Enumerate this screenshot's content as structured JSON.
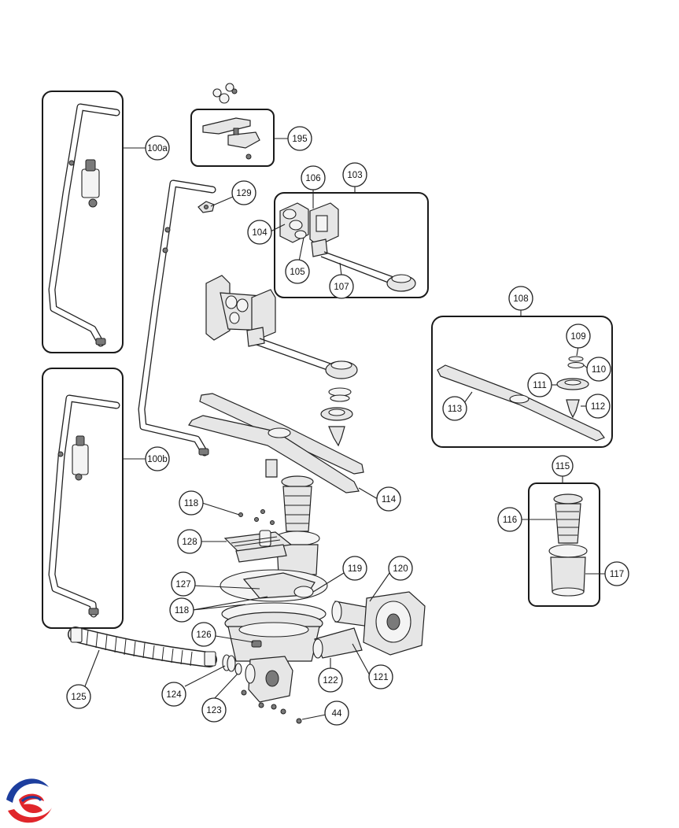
{
  "callouts": [
    {
      "id": "c100a",
      "label": "100a"
    },
    {
      "id": "c100b",
      "label": "100b"
    },
    {
      "id": "c195",
      "label": "195"
    },
    {
      "id": "c129",
      "label": "129"
    },
    {
      "id": "c103",
      "label": "103"
    },
    {
      "id": "c104",
      "label": "104"
    },
    {
      "id": "c105",
      "label": "105"
    },
    {
      "id": "c106",
      "label": "106"
    },
    {
      "id": "c107",
      "label": "107"
    },
    {
      "id": "c108",
      "label": "108"
    },
    {
      "id": "c109",
      "label": "109"
    },
    {
      "id": "c110",
      "label": "110"
    },
    {
      "id": "c111",
      "label": "111"
    },
    {
      "id": "c112",
      "label": "112"
    },
    {
      "id": "c113",
      "label": "113"
    },
    {
      "id": "c114",
      "label": "114"
    },
    {
      "id": "c115",
      "label": "115"
    },
    {
      "id": "c116",
      "label": "116"
    },
    {
      "id": "c117",
      "label": "117"
    },
    {
      "id": "c118a",
      "label": "118"
    },
    {
      "id": "c118b",
      "label": "118"
    },
    {
      "id": "c119",
      "label": "119"
    },
    {
      "id": "c120",
      "label": "120"
    },
    {
      "id": "c121",
      "label": "121"
    },
    {
      "id": "c122",
      "label": "122"
    },
    {
      "id": "c123",
      "label": "123"
    },
    {
      "id": "c124",
      "label": "124"
    },
    {
      "id": "c125",
      "label": "125"
    },
    {
      "id": "c126",
      "label": "126"
    },
    {
      "id": "c127",
      "label": "127"
    },
    {
      "id": "c128",
      "label": "128"
    },
    {
      "id": "c44",
      "label": "44"
    }
  ],
  "logo": {
    "name": "brand-logo",
    "colors": [
      "#1d3e9e",
      "#e0262b"
    ]
  }
}
